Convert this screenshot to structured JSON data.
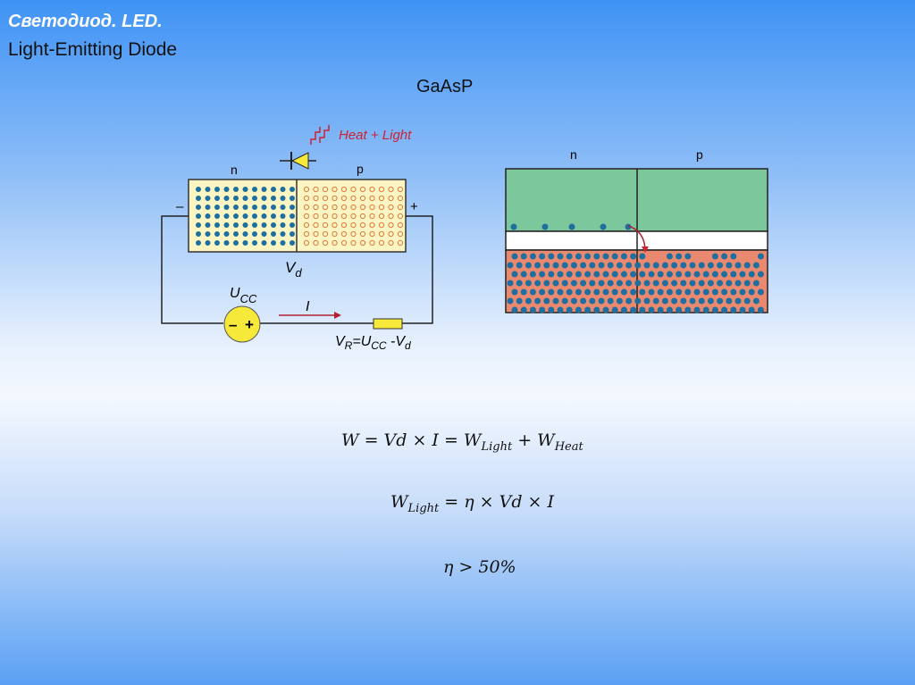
{
  "slide": {
    "title": "Светодиод. LED.",
    "subtitle": "Light-Emitting Diode",
    "material": "GaAsP"
  },
  "circuit": {
    "emission_label": "Heat + Light",
    "n_label": "n",
    "p_label": "p",
    "minus": "–",
    "plus": "+",
    "vd_label": "V",
    "vd_sub": "d",
    "ucc_label": "U",
    "ucc_sub": "CC",
    "current_label": "I",
    "source_minus": "–",
    "source_plus": "+",
    "vr_label": "V",
    "vr_sub": "R",
    "vr_eq": "=U",
    "vr_eq_sub": "CC",
    "vr_minus": " -V",
    "vr_minus_sub": "d"
  },
  "band": {
    "n_label": "n",
    "p_label": "p"
  },
  "formulas": {
    "f1": {
      "a": "W = Vd × I = W",
      "s1": "Light",
      "b": " + W",
      "s2": "Heat"
    },
    "f2": {
      "a": "W",
      "s1": "Light",
      "b": " = η × Vd × I"
    },
    "f3": {
      "a": "η > 50%"
    }
  },
  "colors": {
    "n_fill": "#fbf5c4",
    "electron": "#1e6fa0",
    "hole": "#e07a3a",
    "band_green": "#7cc79b",
    "band_red": "#e98a70",
    "accent_red": "#cc2233",
    "yellow": "#f7e93a"
  }
}
